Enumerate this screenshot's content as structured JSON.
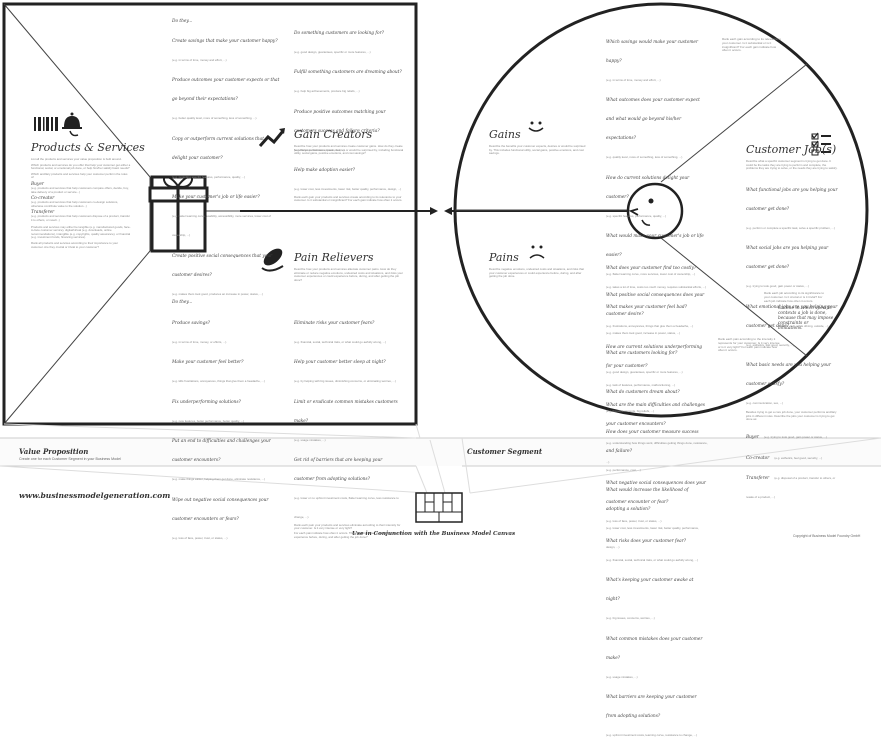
{
  "value_map": {
    "products": {
      "title": "Products & Services",
      "intro": "List all the products and services your value proposition is built around.",
      "intro2": "Which products and services do you offer that help your customer get either a functional, social, or emotional job done, or help him/her satisfy basic needs?",
      "intro3": "Which ancillary products and services help your customer perform the roles of:",
      "roles": [
        {
          "name": "Buyer",
          "desc": "(e.g. products and services that help customers compare offers, decide, buy, take delivery of a product or service...)"
        },
        {
          "name": "Co-creator",
          "desc": "(e.g. products and services that help customers co-design solutions, otherwise contribute value to the solution...)"
        },
        {
          "name": "Transferer",
          "desc": "(e.g. products and services that help customers dispose of a product, transfer it to others, or resell...)"
        }
      ],
      "outro": "Products and services may either be tangible (e.g. manufactured goods, face-to-face customer service), digital/virtual (e.g. downloads, online recommendations), intangible (e.g. copyrights, quality assurance), or financial (e.g. investment funds, financing services).",
      "outro2": "Rank all products and services according to their importance to your customer. Are they crucial or trivial to your customer?"
    },
    "gain_creators": {
      "title": "Gain Creators",
      "desc": "Describe how your products and services create customer gains. How do they create benefits your customer expects, desires or would be surprised by, including functional utility, social gains, positive emotions, and cost savings?",
      "lead": "Do they...",
      "left_questions": [
        {
          "q": "Create savings that make your customer happy?",
          "e": "(e.g. in terms of time, money and effort, ...)"
        },
        {
          "q": "Produce outcomes your customer expects or that go beyond their expectations?",
          "e": "(e.g. better quality level, more of something, less of something, ...)"
        },
        {
          "q": "Copy or outperform current solutions that delight your customer?",
          "e": "(e.g. regarding specific features, performance, quality, ...)"
        },
        {
          "q": "Make your customer's job or life easier?",
          "e": "(e.g. flatter learning curve, usability, accessibility, more services, lower cost of ownership, ...)"
        },
        {
          "q": "Create positive social consequences that your customer desires?",
          "e": "(e.g. makes them look good, produces an increase in power, status, ...)"
        }
      ],
      "right_questions": [
        {
          "q": "Do something customers are looking for?",
          "e": "(e.g. good design, guarantees, specific or more features, ...)"
        },
        {
          "q": "Fulfill something customers are dreaming about?",
          "e": "(e.g. help big achievements, produce big reliefs, ...)"
        },
        {
          "q": "Produce positive outcomes matching your customers success and failure criteria?",
          "e": "(e.g. better performance, lower cost, ...)"
        },
        {
          "q": "Help make adoption easier?",
          "e": "(e.g. lower cost, less investments, lower risk, better quality, performance, design, ...)"
        }
      ],
      "note": "Rank each gain your products and services create according to its relevance to your customer. Is it substantial or insignificant? For each gain indicate how often it occurs."
    },
    "pain_relievers": {
      "title": "Pain Relievers",
      "desc": "Describe how your products and services alleviate customer pains. How do they eliminate or reduce negative emotions, undesired costs and situations, and risks your customer experiences or could experience before, during, and after getting the job done?",
      "lead": "Do they...",
      "left_questions": [
        {
          "q": "Produce savings?",
          "e": "(e.g. in terms of time, money, or efforts, ...)"
        },
        {
          "q": "Make your customer feel better?",
          "e": "(e.g. kills frustrations, annoyances, things that give them a headache, ...)"
        },
        {
          "q": "Fix underperforming solutions?",
          "e": "(e.g. new features, better performance, better quality, ...)"
        },
        {
          "q": "Put an end to difficulties and challenges your customer encounters?",
          "e": "(e.g. make things easier, helping them get done, eliminate resistance, ...)"
        },
        {
          "q": "Wipe out negative social consequences your customer encounters or fears?",
          "e": "(e.g. loss of face, power, trust, or status, ...)"
        }
      ],
      "right_questions": [
        {
          "q": "Eliminate risks your customer fears?",
          "e": "(e.g. financial, social, technical risks, or what could go awfully wrong, ...)"
        },
        {
          "q": "Help your customer better sleep at night?",
          "e": "(e.g. by helping with big issues, diminishing concerns, or eliminating worries, ...)"
        },
        {
          "q": "Limit or eradicate common mistakes customers make?",
          "e": "(e.g. usage mistakes, ...)"
        },
        {
          "q": "Get rid of barriers that are keeping your customer from adopting solutions?",
          "e": "(e.g. lower or no upfront investment costs, flatter learning curve, less resistance to change, ...)"
        }
      ],
      "note": "Rank each pain your products and services eliminate according to their intensity for your customer. Is it very intense or very light?",
      "note2": "For each pain indicate how often it occurs. Think your customer experiences or could experience before, during, and after getting the job done?"
    }
  },
  "customer": {
    "gains": {
      "title": "Gains",
      "desc": "Describe the benefits your customer expects, desires or would be surprised by. This includes functional utility, social gains, positive emotions, and cost savings.",
      "questions": [
        {
          "q": "Which savings would make your customer happy?",
          "e": "(e.g. in terms of time, money and effort, ...)"
        },
        {
          "q": "What outcomes does your customer expect and what would go beyond his/her expectations?",
          "e": "(e.g. quality level, more of something, less of something, ...)"
        },
        {
          "q": "How do current solutions delight your customer?",
          "e": "(e.g. specific features, performance, quality, ...)"
        },
        {
          "q": "What would make your customer's job or life easier?",
          "e": "(e.g. flatter learning curve, more services, lower cost of ownership, ...)"
        },
        {
          "q": "What positive social consequences does your customer desire?",
          "e": "(e.g. makes them look good, increase in power, status, ...)"
        },
        {
          "q": "What are customers looking for?",
          "e": "(e.g. good design, guarantees, specific or more features, ...)"
        },
        {
          "q": "What do customers dream about?",
          "e": "(e.g. big achievements, big reliefs, ...)"
        },
        {
          "q": "How does your customer measure success and failure?",
          "e": "(e.g. performance, cost, ...)"
        },
        {
          "q": "What would increase the likelihood of adopting a solution?",
          "e": "(e.g. lower cost, less investments, lower risk, better quality, performance, design, ...)"
        }
      ],
      "side_note": "Rank each gain according to its relevance to your customer. Is it substantial or is it insignificant? For each gain indicate how often it occurs."
    },
    "pains": {
      "title": "Pains",
      "desc": "Describe negative emotions, undesired costs and situations, and risks that your customer experiences or could experience before, during, and after getting the job done.",
      "questions": [
        {
          "q": "What does your customer find too costly?",
          "e": "(e.g. takes a lot of time, costs too much money, requires substantial efforts, ...)"
        },
        {
          "q": "What makes your customer feel bad?",
          "e": "(e.g. frustrations, annoyances, things that give them a headache, ...)"
        },
        {
          "q": "How are current solutions underperforming for your customer?",
          "e": "(e.g. lack of features, performance, malfunctioning, ...)"
        },
        {
          "q": "What are the main difficulties and challenges your customer encounters?",
          "e": "(e.g. understanding how things work, difficulties getting things done, resistance, ...)"
        },
        {
          "q": "What negative social consequences does your customer encounter or fear?",
          "e": "(e.g. loss of face, power, trust, or status, ...)"
        },
        {
          "q": "What risks does your customer fear?",
          "e": "(e.g. financial, social, technical risks, or what could go awfully wrong, ...)"
        },
        {
          "q": "What's keeping your customer awake at night?",
          "e": "(e.g. big issues, concerns, worries, ...)"
        },
        {
          "q": "What common mistakes does your customer make?",
          "e": "(e.g. usage mistakes, ...)"
        },
        {
          "q": "What barriers are keeping your customer from adopting solutions?",
          "e": "(e.g. upfront investment costs, learning curve, resistance to change, ...)"
        }
      ],
      "side_note": "Rank each pain according to the intensity it represents for your customer. Is it very intense or is it very light? For each pain indicate how often it occurs."
    },
    "jobs": {
      "title": "Customer Job(s)",
      "desc": "Describe what a specific customer segment is trying to get done. It could be the tasks they are trying to perform and complete, the problems they are trying to solve, or the needs they are trying to satisfy.",
      "questions": [
        {
          "q": "What functional jobs are you helping your customer get done?",
          "e": "(e.g. perform or complete a specific task, solve a specific problem, ...)"
        },
        {
          "q": "What social jobs are you helping your customer get done?",
          "e": "(e.g. trying to look good, gain power or status, ...)"
        },
        {
          "q": "What emotional jobs are you helping your customer get done?",
          "e": "(e.g. esthetics, feel good, security, ...)"
        },
        {
          "q": "What basic needs are you helping your customer satisfy?",
          "e": "(e.g. communication, sex, ...)"
        }
      ],
      "besides": "Besides trying to get a core job done, your customer performs ancillary jobs in different roles. Describe the jobs your customer is trying to get done as:",
      "roles": [
        {
          "name": "Buyer",
          "desc": "(e.g. trying to look good, gain power or status, ...)"
        },
        {
          "name": "Co-creator",
          "desc": "(e.g. esthetics, feel good, security, ...)"
        },
        {
          "name": "Transferer",
          "desc": "(e.g. disposal of a product, transfer to others, or resale of a product, ...)"
        }
      ],
      "rank_note": "Rank each job according to its significance to your customer. Is it crucial or is it trivial? For each job indicate how often it occurs.",
      "outline": "Outline in which specific contexts a job is done, because that may impose constraints or limitations.",
      "outline_e": "(e.g. while driving, outside, ...)"
    }
  },
  "bottom": {
    "vp_title": "Value Proposition",
    "vp_sub": "Create one for each Customer Segment in your Business Model",
    "cs_title": "Customer Segment",
    "url": "www.businessmodelgeneration.com",
    "footer": "Use in Conjunction with the Business Model Canvas",
    "copyright": "Copyright of Business Model Foundry GmbH"
  }
}
